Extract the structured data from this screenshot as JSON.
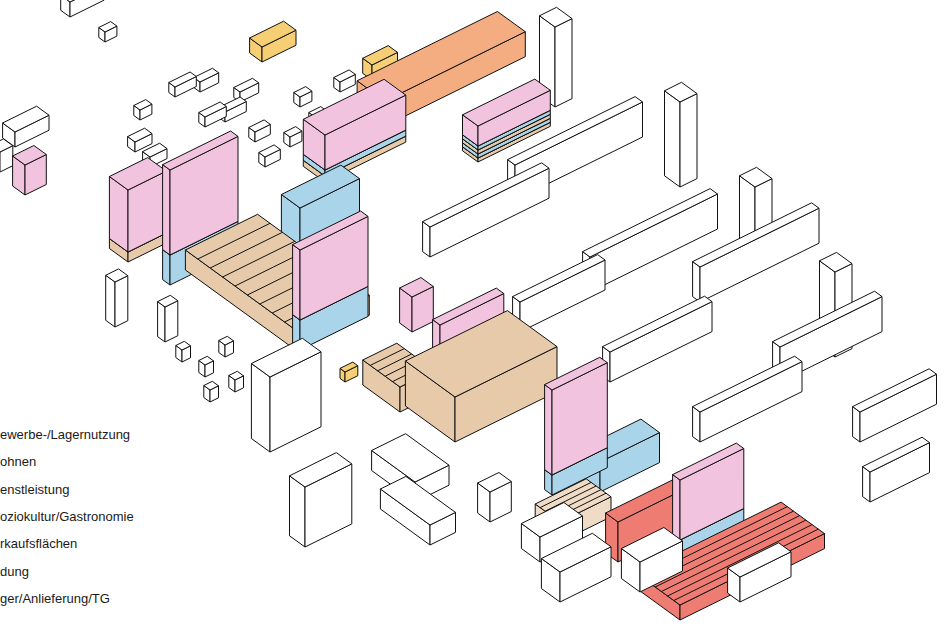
{
  "diagram": {
    "legend": [
      {
        "text": "ewerbe-/Lagernutzung"
      },
      {
        "text": "ohnen"
      },
      {
        "text": "enstleistung"
      },
      {
        "text": "oziokultur/Gastronomie"
      },
      {
        "text": "rkaufsflächen"
      },
      {
        "text": "dung"
      },
      {
        "text": "ger/Anlieferung/TG"
      }
    ]
  }
}
